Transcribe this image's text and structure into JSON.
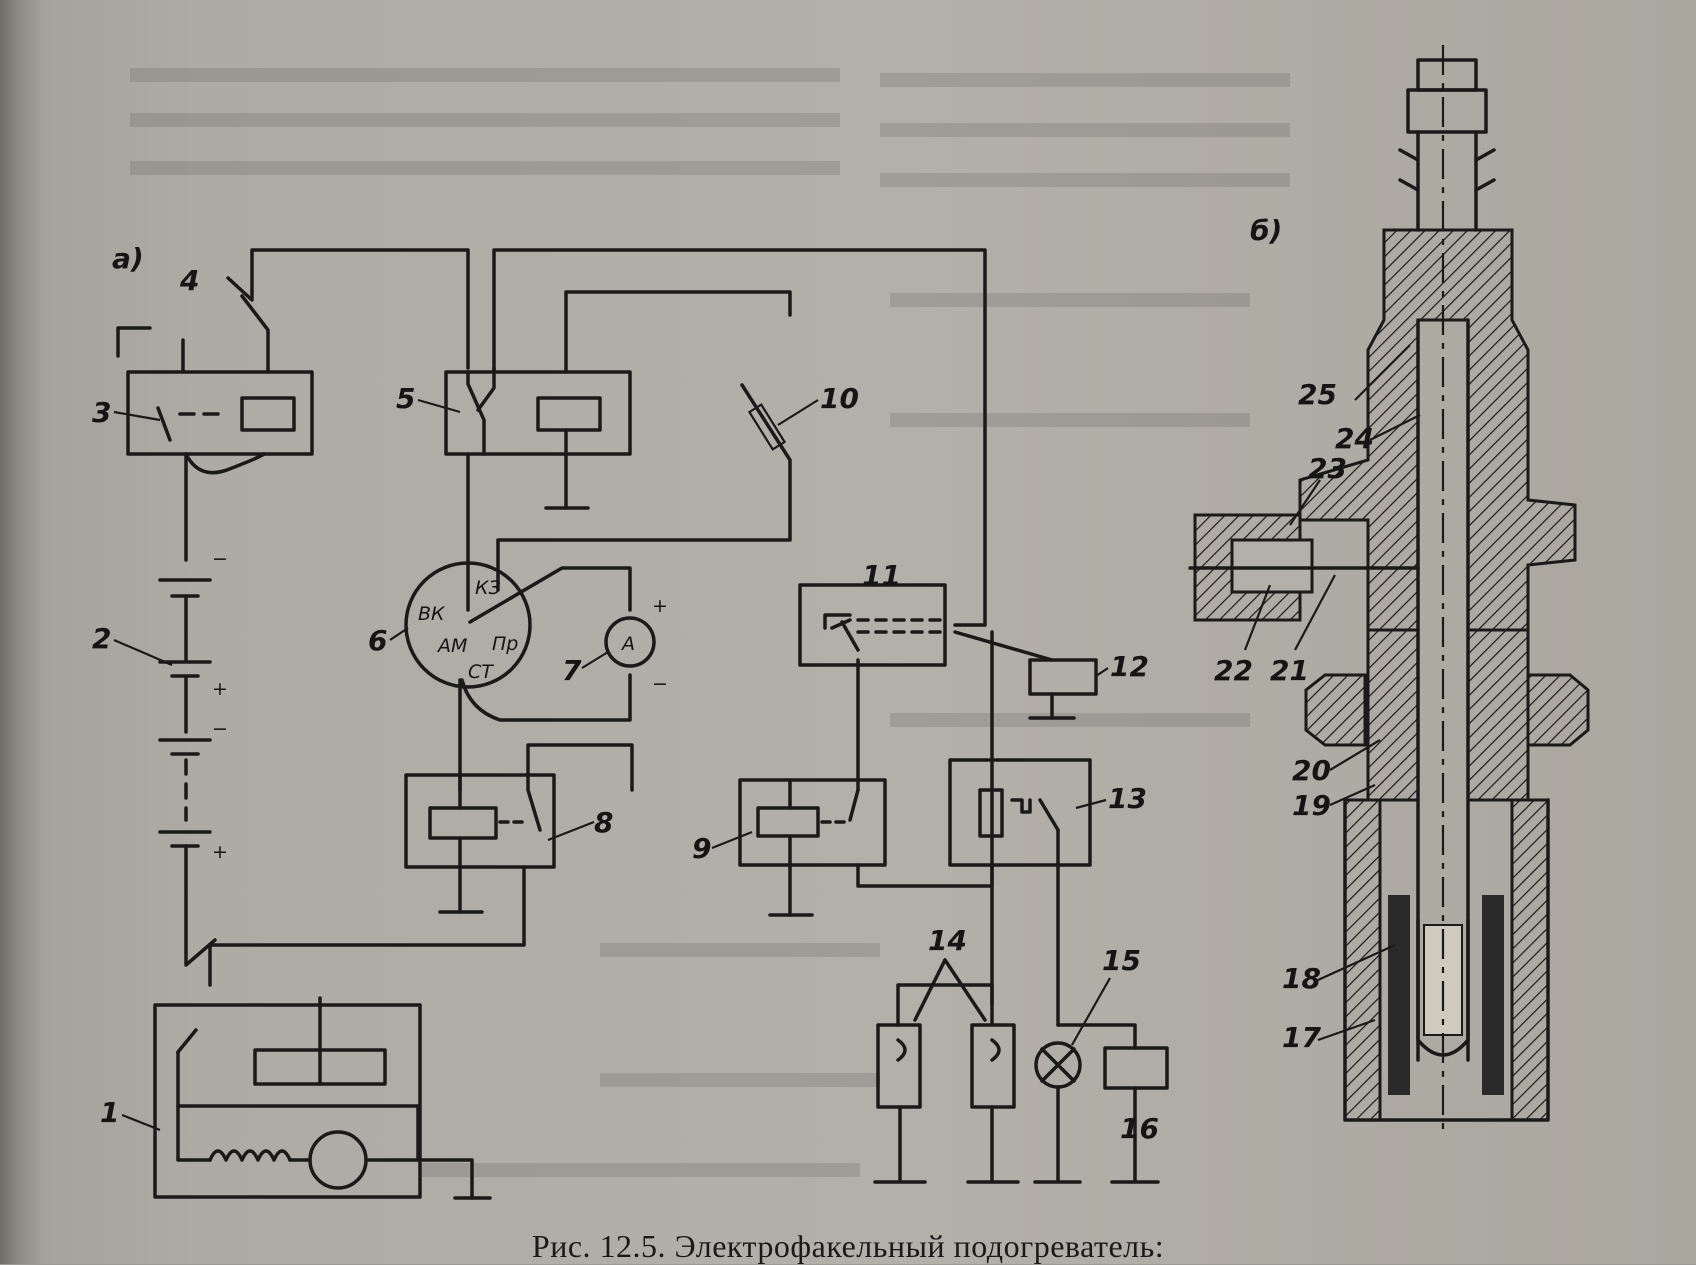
{
  "labels": {
    "panel_a": "а)",
    "panel_b": "б)",
    "switch_terminals": {
      "vk": "ВК",
      "kz": "КЗ",
      "am": "АМ",
      "pr": "Пр",
      "st": "СТ"
    },
    "ammeter": "A",
    "plus": "+",
    "minus": "−",
    "numbers": [
      "1",
      "2",
      "3",
      "4",
      "5",
      "6",
      "7",
      "8",
      "9",
      "10",
      "11",
      "12",
      "13",
      "14",
      "15",
      "16",
      "17",
      "18",
      "19",
      "20",
      "21",
      "22",
      "23",
      "24",
      "25"
    ]
  },
  "caption": "Рис. 12.5. Электрофакельный подогреватель:"
}
